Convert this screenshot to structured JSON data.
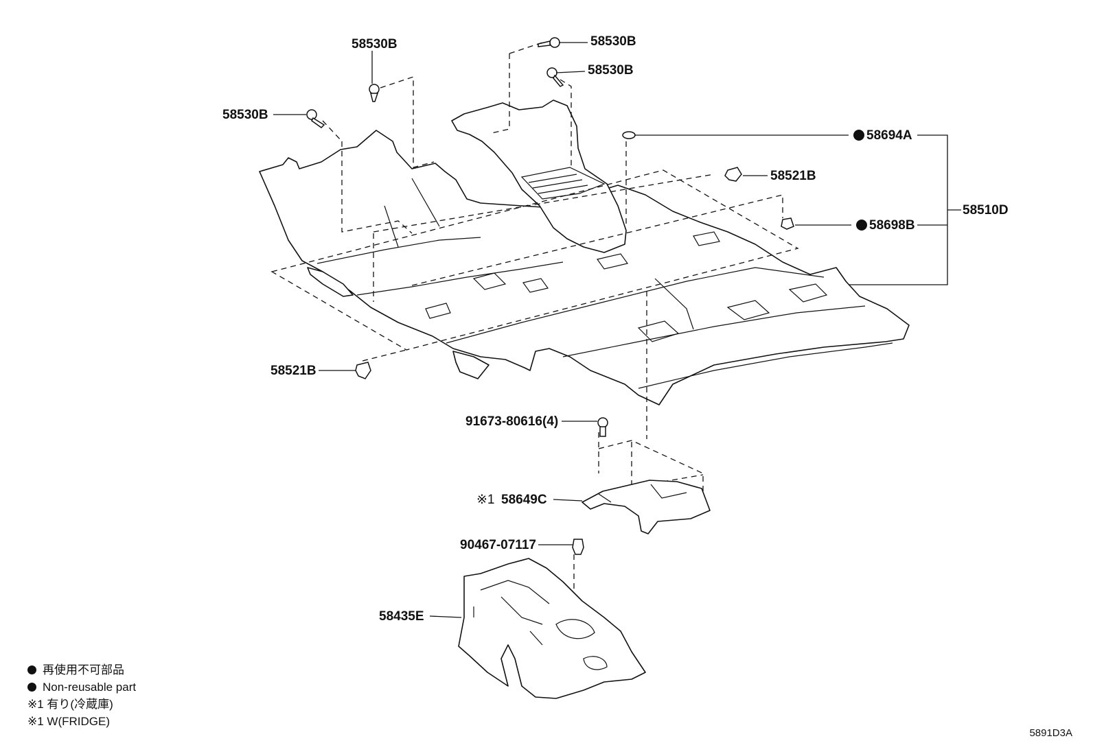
{
  "callouts": {
    "c_58530B_a": "58530B",
    "c_58530B_b": "58530B",
    "c_58530B_c": "58530B",
    "c_58530B_d": "58530B",
    "c_58694A": "58694A",
    "c_58521B_a": "58521B",
    "c_58698B": "58698B",
    "c_58510D": "58510D",
    "c_58521B_b": "58521B",
    "c_91673": "91673-80616(4)",
    "c_58649C_mark": "※1",
    "c_58649C": "58649C",
    "c_90467": "90467-07117",
    "c_58435E": "58435E"
  },
  "legend": {
    "row1": "再使用不可部品",
    "row2": "Non-reusable part",
    "row3": "※1 有り(冷蔵庫)",
    "row4": "※1 W(FRIDGE)"
  },
  "diagram_code": "5891D3A"
}
